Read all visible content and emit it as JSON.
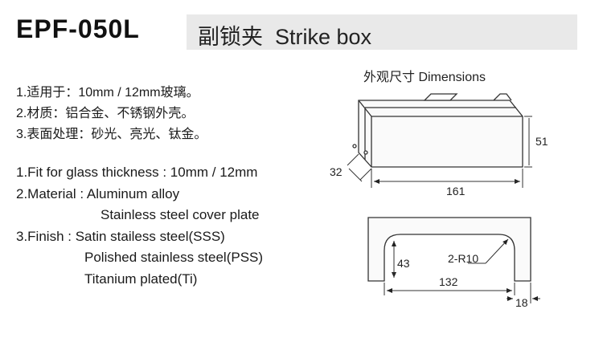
{
  "header": {
    "model": "EPF-050L",
    "title": "副锁夹  Strike box"
  },
  "specs_cn": [
    "1.适用于：10mm / 12mm玻璃。",
    "2.材质：铝合金、不锈钢外壳。",
    "3.表面处理：砂光、亮光、钛金。"
  ],
  "specs_en": {
    "line1": "1.Fit for glass thickness : 10mm / 12mm",
    "line2": "2.Material : Aluminum alloy",
    "line3": "Stainless steel cover plate",
    "line4": "3.Finish : Satin stailess steel(SSS)",
    "line5": "Polished stainless steel(PSS)",
    "line6": "Titanium plated(Ti)"
  },
  "dimensions": {
    "title": "外观尺寸 Dimensions",
    "width_label": "161",
    "height_label": "51",
    "depth_label": "32",
    "inner_height_label": "43",
    "inner_width_label": "132",
    "radius_label": "2-R10",
    "side_label": "18"
  }
}
